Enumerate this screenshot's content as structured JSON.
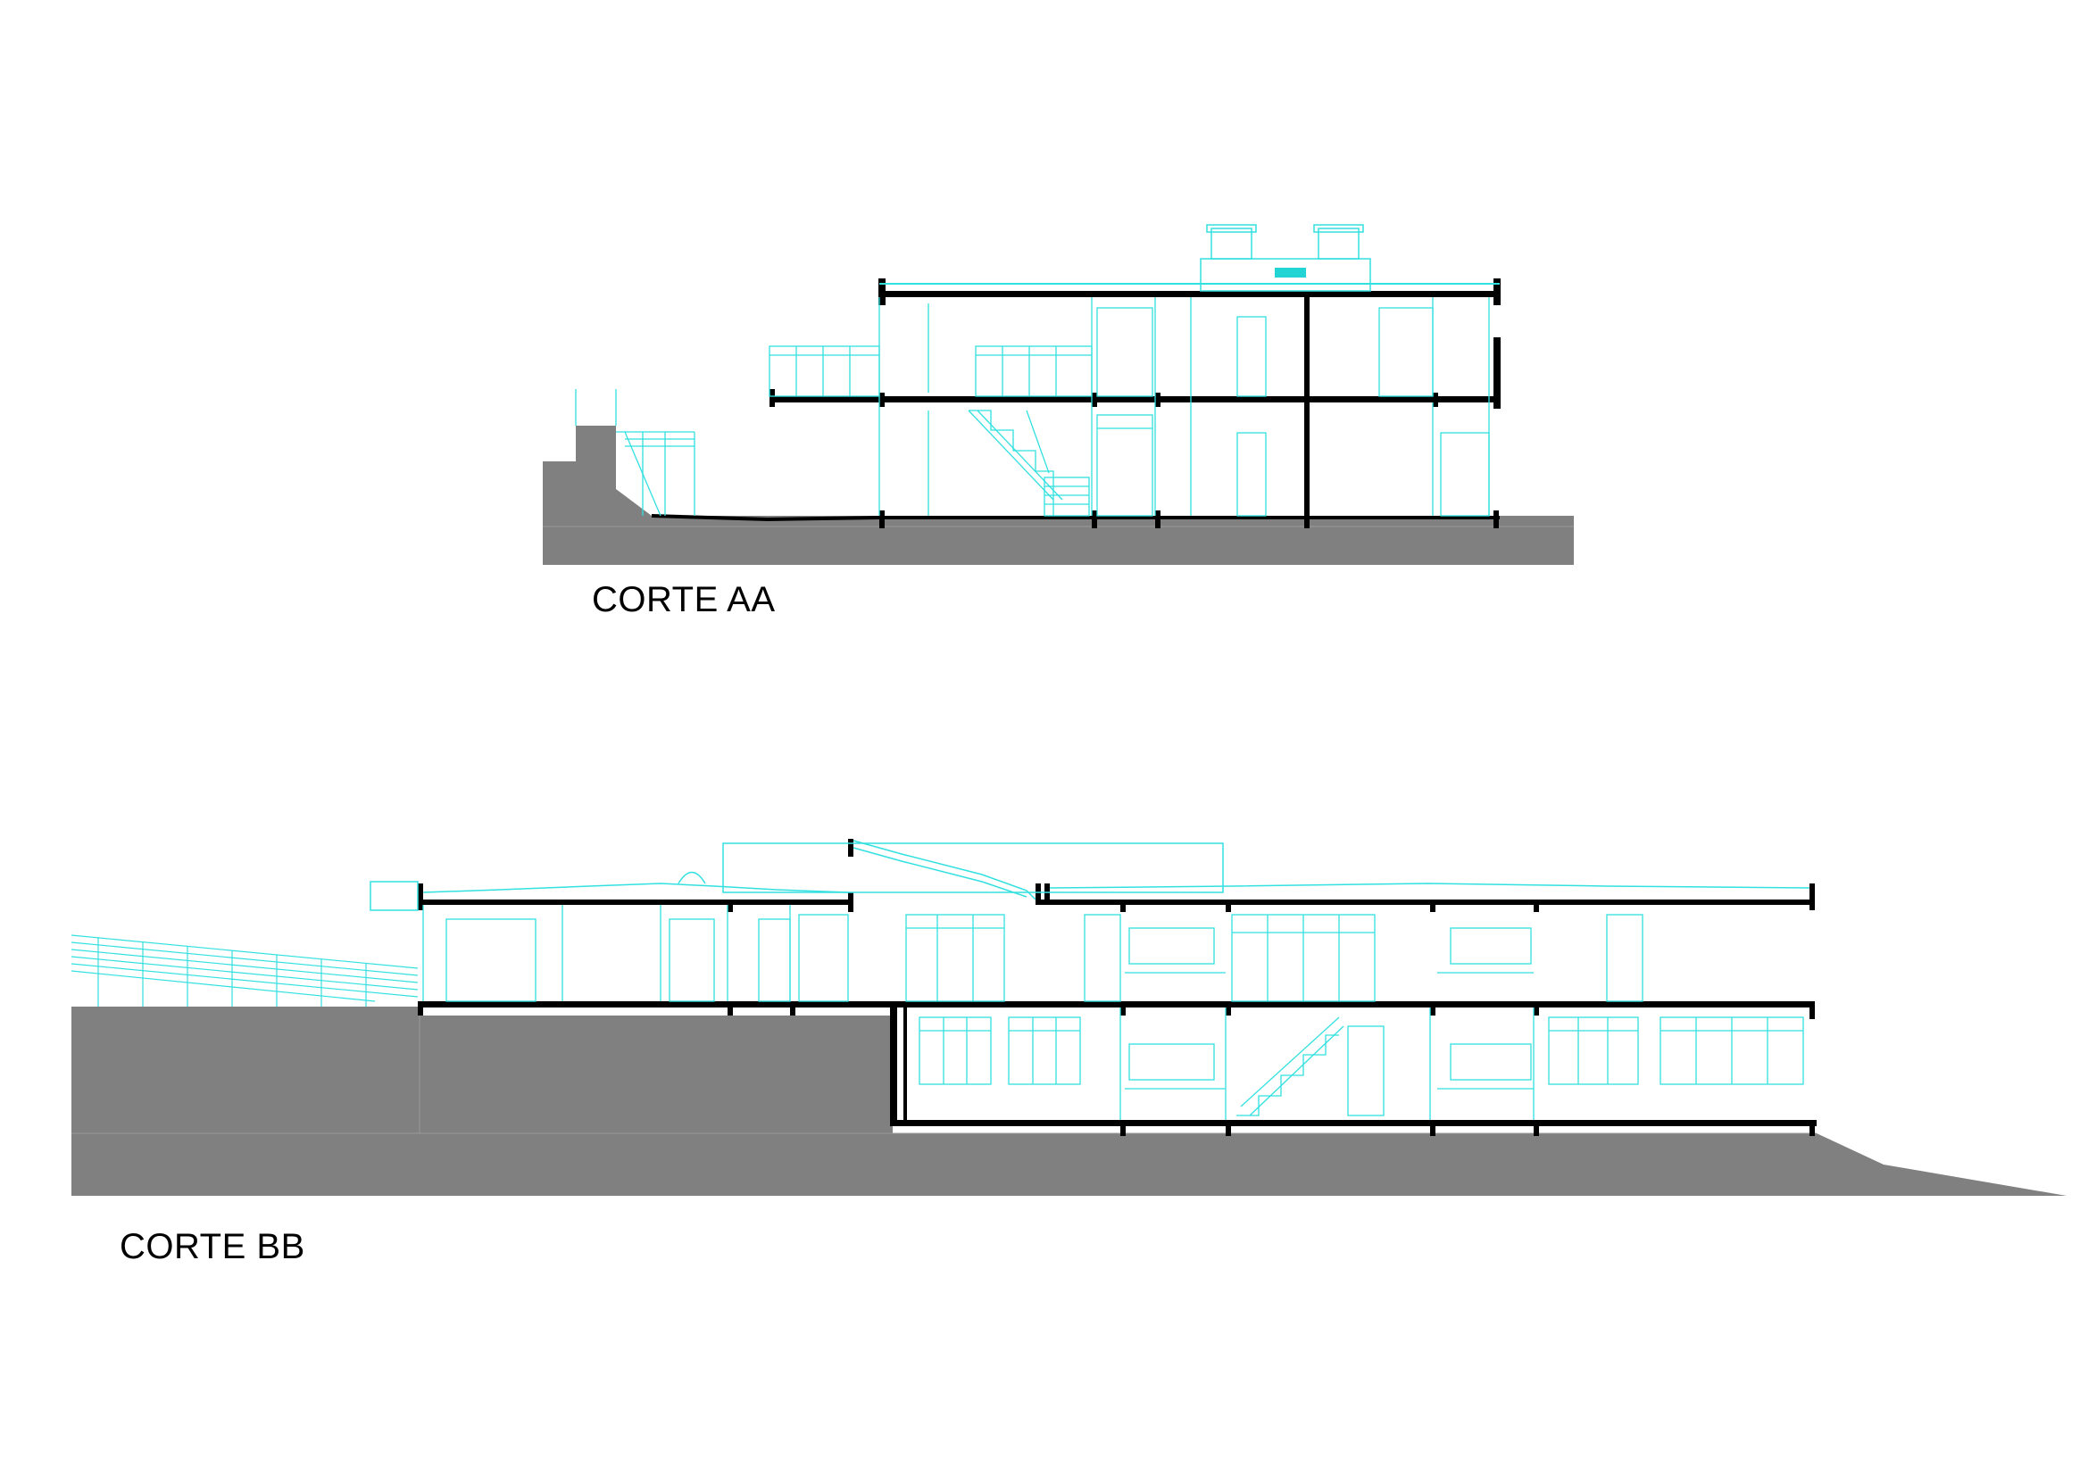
{
  "sections": [
    {
      "id": "section-aa",
      "label": "CORTE AA"
    },
    {
      "id": "section-bb",
      "label": "CORTE BB"
    }
  ],
  "colors": {
    "ground": "#808080",
    "structure": "#000000",
    "detail": "#33e0e0",
    "accent": "#22d4d4",
    "thin": "#c8c8c8"
  }
}
